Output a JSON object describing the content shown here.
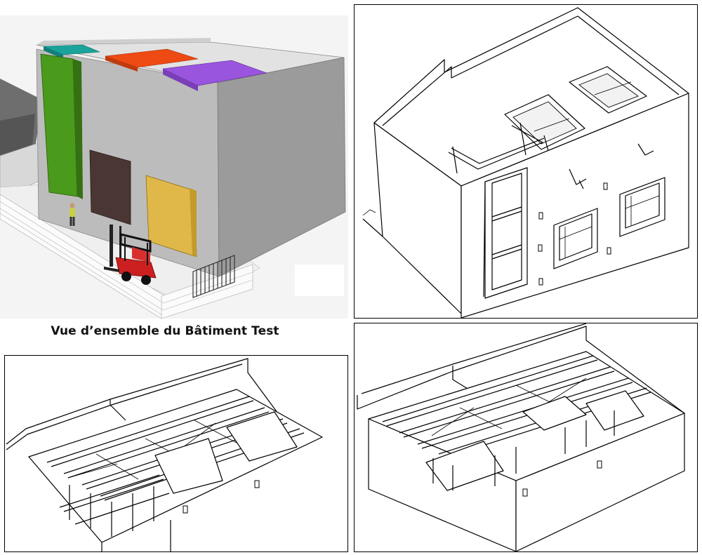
{
  "caption": "Vue d’ensemble du Bâtiment Test",
  "colors": {
    "wall_front": "#bdbdbd",
    "wall_side": "#9a9a9a",
    "roof": "#e4e4e4",
    "green_panel": "#4a9a1c",
    "teal_box": "#1aa39a",
    "red_box": "#ee4a14",
    "purple_box": "#9955dd",
    "brown_panel": "#4a3733",
    "yellow_panel": "#e0b84a",
    "forklift": "#cc2020"
  },
  "panels": {
    "render": {
      "icon": "building-render"
    },
    "top_right": {
      "icon": "wireframe-facade"
    },
    "bottom_left": {
      "icon": "wireframe-roof-framing"
    },
    "bottom_right": {
      "icon": "wireframe-roof-framing-alt"
    }
  }
}
